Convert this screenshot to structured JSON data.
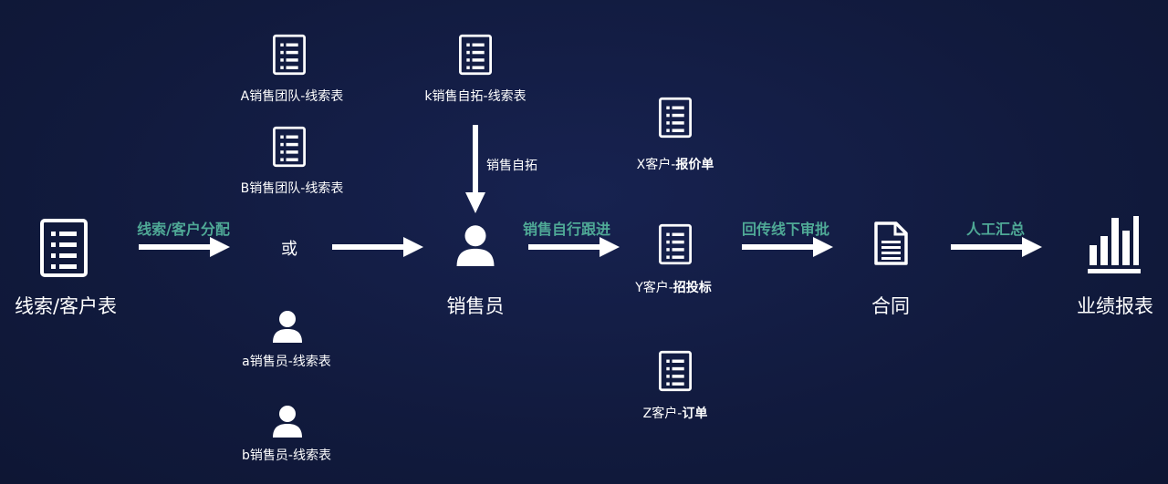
{
  "colors": {
    "background": "#111a3d",
    "foreground": "#ffffff",
    "accent": "#4fa996"
  },
  "nodes": {
    "lead_table": {
      "label": "线索/客户表",
      "icon": "list-document-icon"
    },
    "team_a": {
      "label": "A销售团队-线索表",
      "icon": "list-document-icon"
    },
    "team_b": {
      "label": "B销售团队-线索表",
      "icon": "list-document-icon"
    },
    "or_text": "或",
    "sales_a": {
      "label": "a销售员-线索表",
      "icon": "user-icon"
    },
    "sales_b": {
      "label": "b销售员-线索表",
      "icon": "user-icon"
    },
    "self_sourced": {
      "label": "k销售自拓-线索表",
      "icon": "list-document-icon"
    },
    "salesperson": {
      "label": "销售员",
      "icon": "user-icon"
    },
    "customer_x": {
      "prefix": "X客户-",
      "bold": "报价单",
      "icon": "list-document-icon"
    },
    "customer_y": {
      "prefix": "Y客户-",
      "bold": "招投标",
      "icon": "list-document-icon"
    },
    "customer_z": {
      "prefix": "Z客户-",
      "bold": "订单",
      "icon": "list-document-icon"
    },
    "contract": {
      "label": "合同",
      "icon": "document-icon"
    },
    "performance": {
      "label": "业绩报表",
      "icon": "bar-chart-icon"
    }
  },
  "edges": {
    "assign": "线索/客户分配",
    "self_expand": "销售自拓",
    "follow_up": "销售自行跟进",
    "offline_review": "回传线下审批",
    "manual_summary": "人工汇总"
  }
}
